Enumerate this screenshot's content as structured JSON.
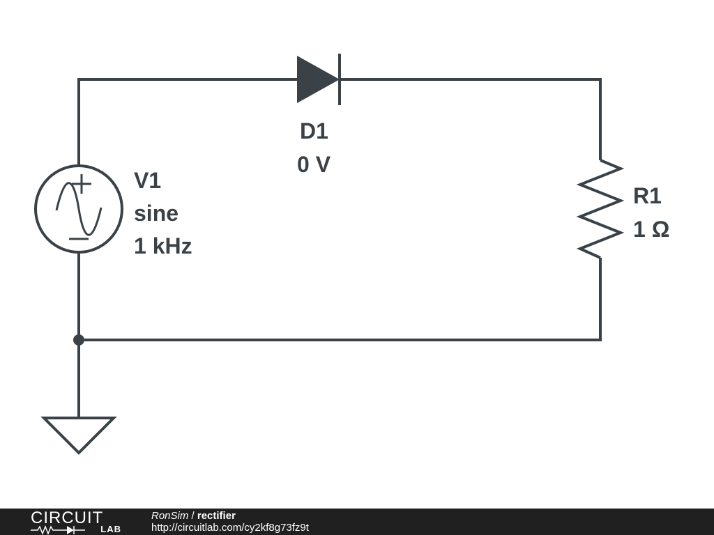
{
  "components": {
    "source": {
      "designator": "V1",
      "type": "sine",
      "frequency": "1 kHz"
    },
    "diode": {
      "designator": "D1",
      "value": "0 V"
    },
    "resistor": {
      "designator": "R1",
      "value": "1 Ω"
    }
  },
  "footer": {
    "logo_word": "CIRCUIT",
    "logo_sub": "LAB",
    "author": "RonSim",
    "separator": " / ",
    "title": "rectifier",
    "url": "http://circuitlab.com/cy2kf8g73fz9t"
  },
  "colors": {
    "wire": "#3a4247",
    "footer_bg": "#202020",
    "text": "#3a4247"
  }
}
